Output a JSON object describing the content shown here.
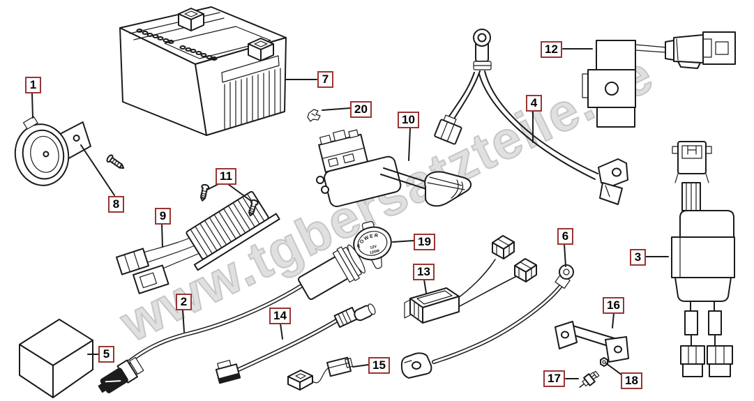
{
  "watermark": {
    "text": "www.tgbersatzteile.de"
  },
  "power_cap": {
    "arc": "POWER",
    "volts": "12V",
    "watts": "120W"
  },
  "labels": [
    {
      "number": "1"
    },
    {
      "number": "2"
    },
    {
      "number": "3"
    },
    {
      "number": "4"
    },
    {
      "number": "5"
    },
    {
      "number": "6"
    },
    {
      "number": "7"
    },
    {
      "number": "8"
    },
    {
      "number": "9"
    },
    {
      "number": "10"
    },
    {
      "number": "11"
    },
    {
      "number": "12"
    },
    {
      "number": "13"
    },
    {
      "number": "14"
    },
    {
      "number": "15"
    },
    {
      "number": "16"
    },
    {
      "number": "17"
    },
    {
      "number": "18"
    },
    {
      "number": "19"
    },
    {
      "number": "20"
    }
  ],
  "colors": {
    "accent_red": "#9a3434",
    "line": "#1a1a1a",
    "watermark_gray": "#c8c8c8",
    "background": "#ffffff"
  }
}
